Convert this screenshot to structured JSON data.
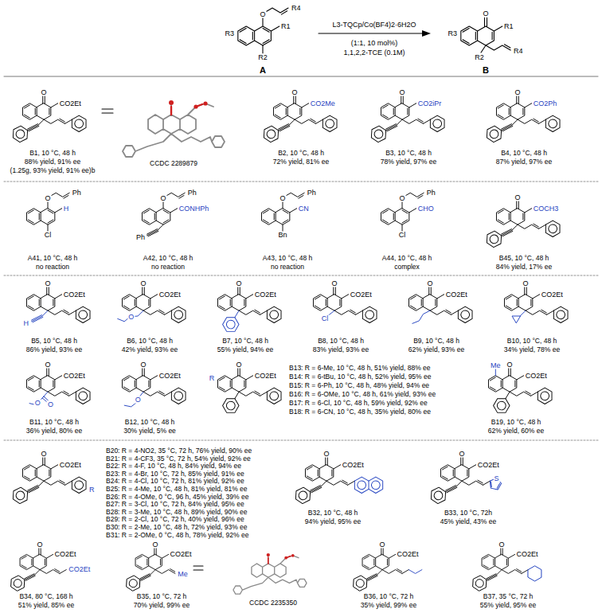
{
  "diagram": {
    "labels": [
      "O",
      "R4",
      "R1",
      "R2",
      "R3",
      "A",
      "L3-TQCp/Co(BF4)2·6H2O",
      "(1:1, 10 mol%)",
      "1,1,2,2-TCE (0.1M)",
      "O",
      "R1",
      "R3",
      "R2",
      "R4",
      "B",
      "O",
      "CO2Et",
      "B1, 10 °C, 48 h",
      "88% yield, 91% ee",
      "(1.25g, 93% yield, 91% ee)b",
      "CCDC 2289879",
      "O",
      "CO2Me",
      "B2, 10 °C, 48 h",
      "72% yield, 81% ee",
      "O",
      "CO2iPr",
      "B3, 10 °C, 48 h",
      "78% yield, 97% ee",
      "O",
      "CO2Ph",
      "B4, 10 °C, 48 h",
      "87% yield, 97% ee",
      "O",
      "Ph",
      "H",
      "Cl",
      "A41, 10 °C, 48 h",
      "no reaction",
      "O",
      "Ph",
      "CONHPh",
      "Ph",
      "A42, 10 °C, 48 h",
      "no reaction",
      "O",
      "Ph",
      "CN",
      "Bn",
      "A43, 10 °C, 48 h",
      "no reaction",
      "O",
      "Ph",
      "CHO",
      "Cl",
      "A44, 10 °C, 48 h",
      "complex",
      "O",
      "COCH3",
      "B45, 10 °C, 48 h",
      "84% yield, 17% ee",
      "O",
      "CO2Et",
      "H",
      "B5, 10 °C, 48 h",
      "86% yield, 93% ee",
      "O",
      "CO2Et",
      "O",
      "B6, 10 °C, 48 h",
      "42% yield, 93% ee",
      "O",
      "CO2Et",
      "B7, 10 °C, 48 h",
      "55% yield, 94% ee",
      "O",
      "CO2Et",
      "Cl",
      "B8, 10 °C, 48 h",
      "83% yield, 93% ee",
      "O",
      "CO2Et",
      "B9, 10 °C, 48 h",
      "62% yield, 93% ee",
      "O",
      "CO2Et",
      "B10, 10 °C, 48 h",
      "34% yield, 78% ee",
      "O",
      "CO2Et",
      "O",
      "O",
      "B11, 10 °C, 48 h",
      "36% yield, 80% ee",
      "O",
      "CO2Et",
      "O",
      "B12, 10 °C, 48 h",
      "30% yield, 5% ee",
      "O",
      "CO2Et",
      "R",
      "B13: R = 6-Me, 10 °C, 48 h, 51% yield, 88% ee",
      "B14: R = 6-tBu, 10 °C, 48 h, 52% yield, 95% ee",
      "B15: R = 6-Ph, 10 °C, 48 h, 48% yield, 94% ee",
      "B16: R = 6-OMe, 10 °C, 48 h, 61% yield, 93% ee",
      "B17: R = 6-Cl, 10 °C, 48 h, 59% yield, 92% ee",
      "B18: R = 6-CN, 10 °C, 48 h, 35% yield, 80% ee",
      "Me",
      "O",
      "CO2Et",
      "B19, 10 °C, 48 h",
      "62% yield, 60% ee",
      "O",
      "CO2Et",
      "R",
      "B20: R = 4-NO2, 35 °C, 72 h, 76% yield, 90% ee",
      "B21: R = 4-CF3, 35 °C, 72 h, 54% yield, 92% ee",
      "B22: R = 4-F, 10 °C, 48 h, 84% yield, 94% ee",
      "B23: R = 4-Br, 10 °C, 72 h, 85% yield, 91% ee",
      "B24: R = 4-Cl, 10 °C, 72 h, 81% yield, 92% ee",
      "B25: R = 4-Me, 10 °C, 48 h, 81% yield, 81% ee",
      "B26: R = 4-OMe, 0 °C, 96 h, 45% yield, 39% ee",
      "B27: R = 3-Cl, 10 °C, 72 h, 84% yield, 95% ee",
      "B28: R = 3-Me, 10 °C, 48 h, 89% yield, 90% ee",
      "B29: R = 2-Cl, 10 °C, 72 h, 40% yield, 96% ee",
      "B30: R = 2-Me, 10 °C, 48 h, 72% yield, 93% ee",
      "B31: R = 2-OMe, 0 °C, 48 h, 78% yield, 92% ee",
      "O",
      "CO2Et",
      "B32, 10 °C, 48 h",
      "94% yield, 95% ee",
      "O",
      "CO2Et",
      "S",
      "B33, 10 °C, 72h",
      "45% yield, 43% ee",
      "O",
      "CO2Et",
      "CO2Et",
      "B34, 80 °C, 168 h",
      "51% yield, 85% ee",
      "O",
      "CO2Et",
      "Me",
      "B35, 10 °C, 72 h",
      "70% yield, 99% ee",
      "CCDC 2235350",
      "O",
      "CO2Et",
      "B36, 10 °C, 72 h",
      "35% yield, 99% ee",
      "O",
      "CO2Et",
      "B37, 35 °C, 72 h",
      "55% yield, 95% ee"
    ]
  }
}
